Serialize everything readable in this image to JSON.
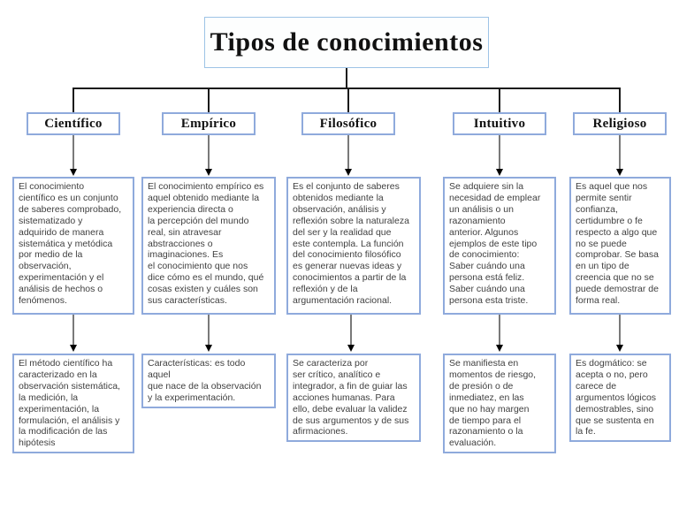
{
  "title": "Tipos de conocimientos",
  "branches": [
    {
      "label": "Científico",
      "description": "El conocimiento\ncientífico es un conjunto\nde saberes comprobado,\nsistematizado y\nadquirido de manera\nsistemática y metódica\npor medio de la\nobservación,\nexperimentación y el\nanálisis de hechos o\nfenómenos.",
      "detail": "El método científico ha\ncaracterizado en la\nobservación sistemática,\nla medición, la\nexperimentación, la\nformulación, el análisis y\nla modificación de las\nhipótesis"
    },
    {
      "label": "Empírico",
      "description": "El conocimiento empírico es\naquel obtenido mediante la\nexperiencia directa o\nla percepción del mundo\nreal, sin atravesar\nabstracciones o\nimaginaciones. Es\nel conocimiento que nos\ndice cómo es el mundo, qué\ncosas existen y cuáles son\nsus características.",
      "detail": "Características: es todo aquel\nque nace de la observación\ny la experimentación."
    },
    {
      "label": "Filosófico",
      "description": "Es el conjunto de saberes\nobtenidos mediante la\nobservación, análisis y\nreflexión sobre la naturaleza\ndel ser y la realidad que\neste contempla. La función\ndel conocimiento filosófico\nes generar nuevas ideas y\nconocimientos a partir de la\nreflexión y de la\nargumentación racional.",
      "detail": "Se caracteriza por\nser crítico, analítico e\nintegrador, a fin de guiar las\nacciones humanas. Para\nello, debe evaluar la validez\nde sus argumentos y de sus\nafirmaciones."
    },
    {
      "label": "Intuitivo",
      "description": "Se adquiere sin la\nnecesidad de emplear\nun análisis o un\nrazonamiento\nanterior. Algunos\nejemplos de este tipo\nde conocimiento:\nSaber cuándo una\npersona está feliz.\nSaber cuándo una\npersona esta triste.",
      "detail": "Se manifiesta en\nmomentos de riesgo,\nde presión o de\ninmediatez, en las\nque no hay margen\nde tiempo para el\nrazonamiento o la\nevaluación."
    },
    {
      "label": "Religioso",
      "description": "Es aquel que nos\npermite sentir\nconfianza,\ncertidumbre o fe\nrespecto a algo que\nno se puede\ncomprobar. Se basa\nen un tipo de\ncreencia que no se\npuede demostrar de\nforma real.",
      "detail": "Es dogmático: se\nacepta o no, pero\ncarece de\nargumentos lógicos\ndemostrables, sino\nque se sustenta en\nla fe."
    }
  ],
  "colors": {
    "box_border": "#8faadc",
    "title_border": "#9dc3e6",
    "connector_line": "#1a1a1a",
    "arrow_line": "#404040",
    "body_text": "#3f3f3f",
    "heading_text": "#111111"
  }
}
